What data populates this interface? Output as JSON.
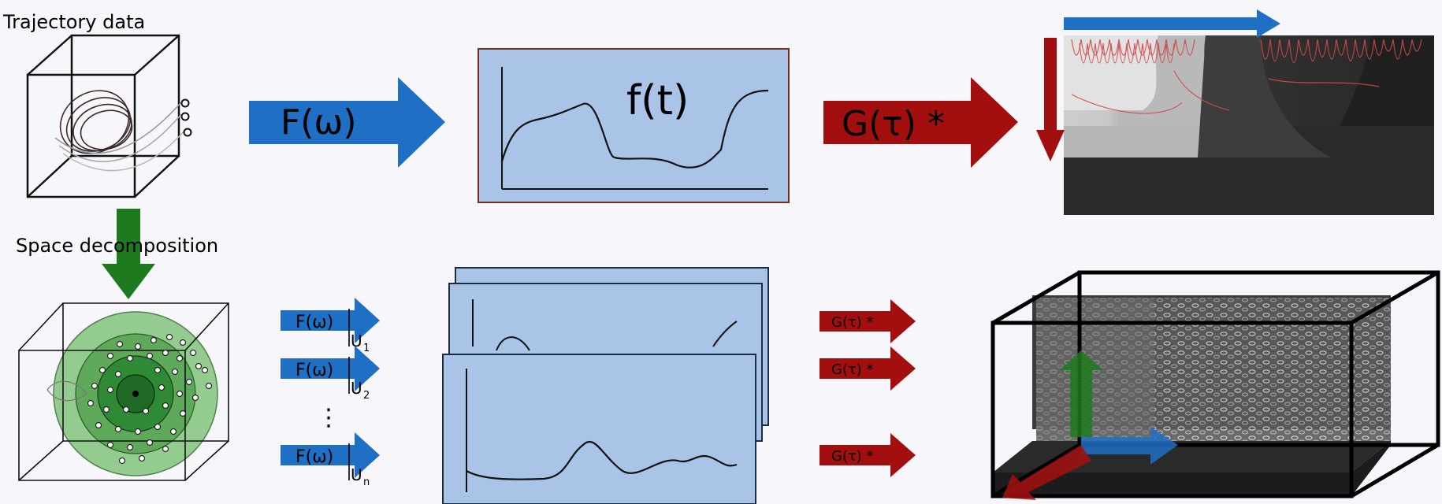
{
  "labels": {
    "trajectory": "Trajectory data",
    "space_decomposition": "Space decomposition",
    "fourier": "F(ω)",
    "signal": "f(t)",
    "convolution": "G(τ) *",
    "convolution_small": "G(τ) *",
    "fourier_small": "F(ω)",
    "subdomains": [
      "U1",
      "U2",
      "Un"
    ],
    "subdomain_letter": "U",
    "subdomain_subscripts": [
      "1",
      "2",
      "n"
    ],
    "ellipsis": "⋮"
  },
  "colors": {
    "background": "#f7f6fb",
    "blue_arrow": "#1f6fc4",
    "red_arrow": "#a30f0f",
    "green_arrow": "#1e7a1e",
    "panel_fill": "#a9c4e6",
    "panel_border": "#7a2a1a",
    "sphere_outer": "#8fca8a",
    "sphere_mid": "#5faa5a",
    "sphere_inner": "#2f8a36",
    "dark_volume": "#2e2e2e"
  },
  "icons": {
    "trajectory_cube": "cube-with-trajectories-icon",
    "decomposition_cube": "cube-with-spheres-icon",
    "heatmap": "density-heatmap-2d",
    "volume": "density-volume-3d"
  }
}
